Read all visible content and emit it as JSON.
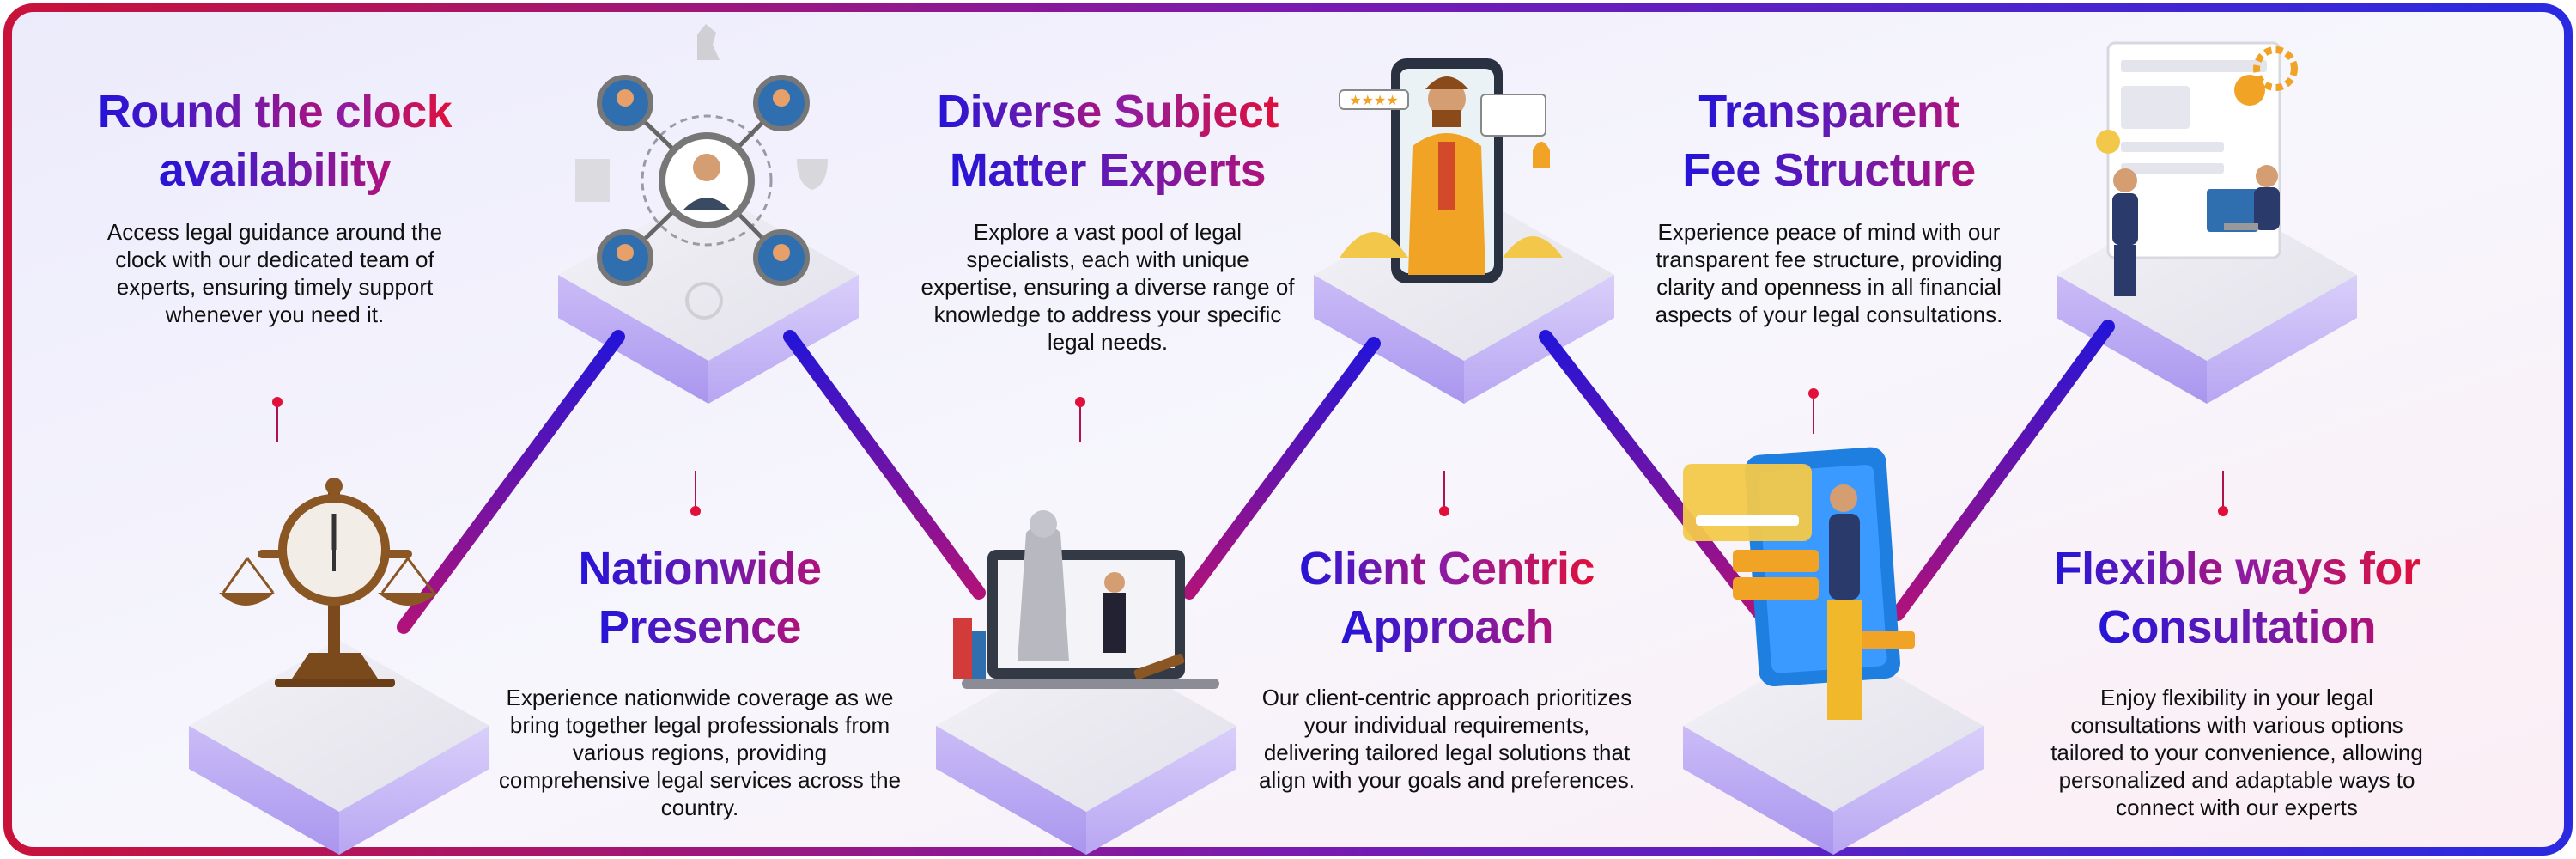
{
  "colors": {
    "accent_blue": "#2414d8",
    "accent_purple": "#7a1ab0",
    "accent_red": "#e0103a",
    "platform_purple": "#b9a6f0",
    "platform_top": "#eeedf3"
  },
  "features": [
    {
      "id": "availability",
      "title_line1_a": "Round the ",
      "title_line1_b": "clock",
      "title_line2": "availability",
      "description": "Access legal guidance around the clock with our dedicated team of experts, ensuring timely support whenever you need it.",
      "icon": "scale-clock-icon"
    },
    {
      "id": "nationwide",
      "title_line1": "Nationwide",
      "title_line2": "Presence",
      "description": "Experience nationwide coverage as we bring together legal professionals from various regions, providing comprehensive legal services across the country.",
      "icon": "network-people-icon"
    },
    {
      "id": "experts",
      "title_line1_a": "Diverse ",
      "title_line1_b": "Subject",
      "title_line2": "Matter Experts",
      "description": "Explore a vast pool of legal specialists, each with unique expertise, ensuring a diverse range of knowledge to address your specific legal needs.",
      "icon": "laptop-lawyer-icon"
    },
    {
      "id": "client",
      "title_line1_a": "Client ",
      "title_line1_b": "Centric",
      "title_line2": "Approach",
      "description": "Our client-centric approach prioritizes your individual requirements, delivering tailored legal solutions that align with your goals and preferences.",
      "icon": "phone-expert-icon"
    },
    {
      "id": "fee",
      "title_line1": "Transparent",
      "title_line2": "Fee Structure",
      "description": "Experience peace of mind with our transparent fee structure, providing clarity and openness in all financial aspects of your legal consultations.",
      "icon": "calendar-phone-icon"
    },
    {
      "id": "flexible",
      "title_line1_a": "Flexible ",
      "title_line1_b": "ways for",
      "title_line2": "Consultation",
      "description": "Enjoy flexibility in your legal consultations with various options tailored to your convenience, allowing personalized and adaptable ways to connect with our experts",
      "icon": "dashboard-team-icon"
    }
  ]
}
